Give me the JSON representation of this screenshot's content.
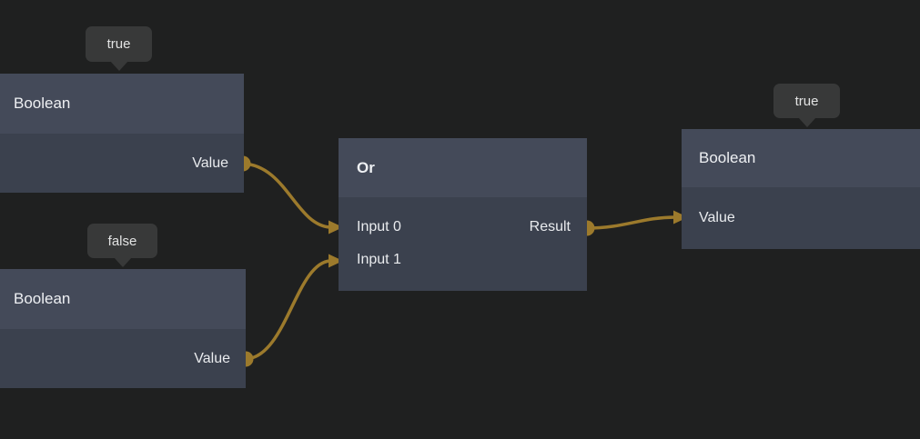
{
  "graph": {
    "background_color": "#1f2020",
    "node_header_color": "#444a59",
    "node_body_color": "#3b414e",
    "wire_color": "#9c7a2c",
    "tooltip_bg_color": "#383939"
  },
  "nodes": [
    {
      "id": "boolean-1",
      "title": "Boolean",
      "tooltip": "true",
      "outputs": [
        {
          "label": "Value"
        }
      ]
    },
    {
      "id": "boolean-2",
      "title": "Boolean",
      "tooltip": "false",
      "outputs": [
        {
          "label": "Value"
        }
      ]
    },
    {
      "id": "or-1",
      "title": "Or",
      "inputs": [
        {
          "label": "Input 0"
        },
        {
          "label": "Input 1"
        }
      ],
      "outputs": [
        {
          "label": "Result"
        }
      ]
    },
    {
      "id": "boolean-3",
      "title": "Boolean",
      "tooltip": "true",
      "inputs": [
        {
          "label": "Value"
        }
      ]
    }
  ],
  "connections": [
    {
      "from": "boolean-1.Value",
      "to": "or-1.Input 0"
    },
    {
      "from": "boolean-2.Value",
      "to": "or-1.Input 1"
    },
    {
      "from": "or-1.Result",
      "to": "boolean-3.Value"
    }
  ]
}
